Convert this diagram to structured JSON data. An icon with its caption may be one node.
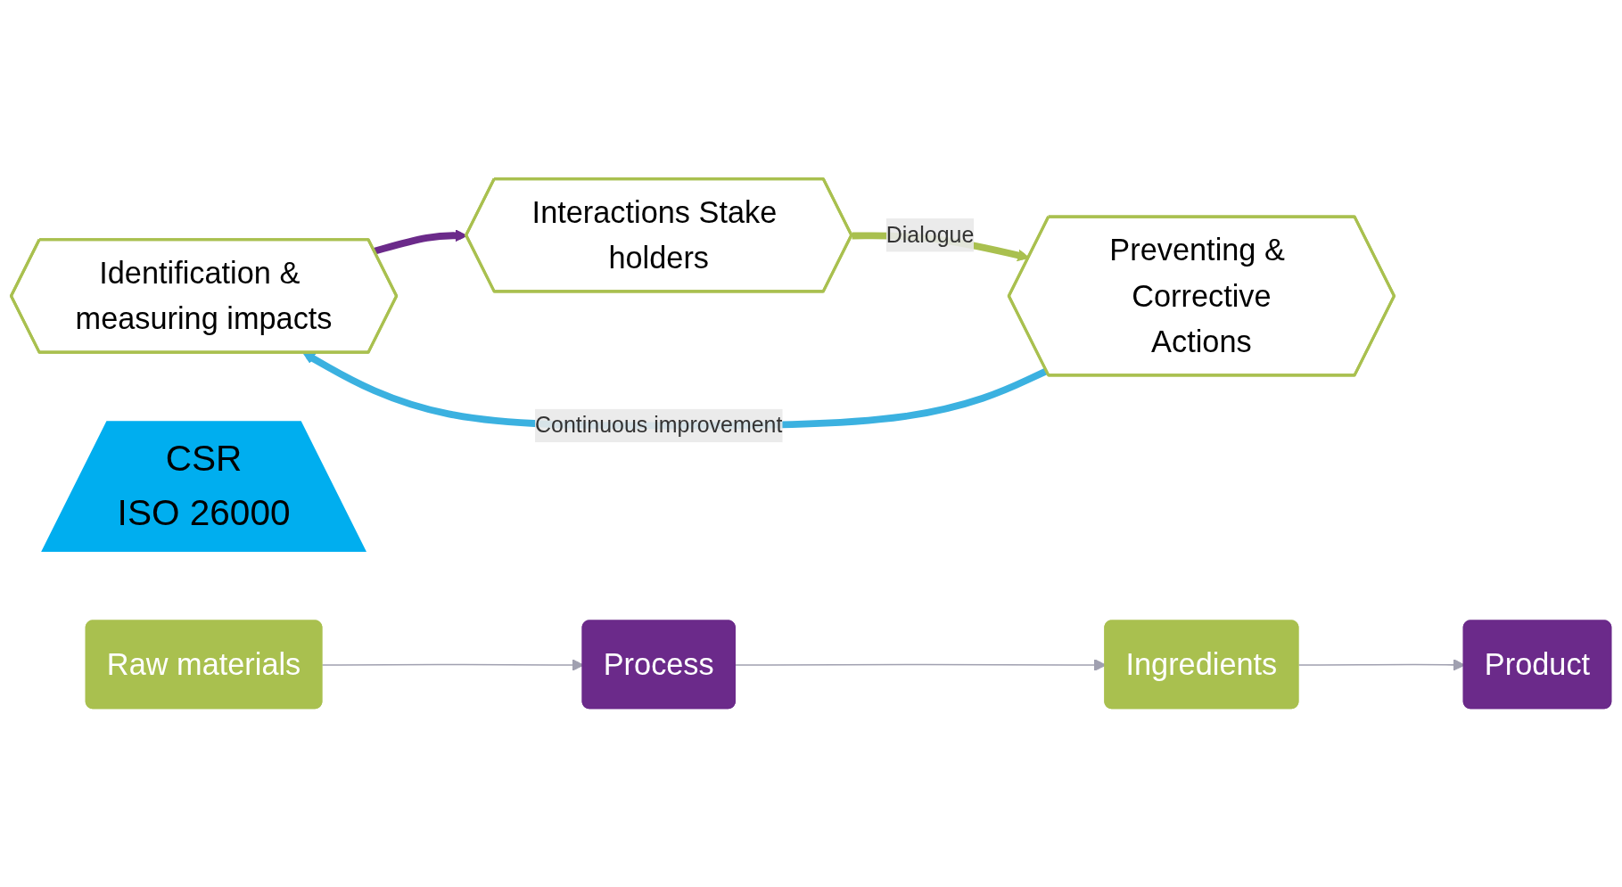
{
  "diagram": {
    "nodes": [
      {
        "text": [
          "Identification & measuring impacts"
        ]
      },
      {
        "text": [
          "CSR",
          "ISO 26000"
        ]
      },
      {
        "text": [
          "Interactions Stake holders"
        ]
      },
      {
        "text": [
          "Preventing & Corrective",
          "Actions"
        ]
      },
      {
        "text": [
          "Raw materials"
        ]
      },
      {
        "text": [
          "Process"
        ]
      },
      {
        "text": [
          "Ingredients"
        ]
      },
      {
        "text": [
          "Product"
        ]
      }
    ],
    "edges": [
      {
        "from": 0,
        "to": 2,
        "arrow": "to",
        "style": "thick",
        "color": "#6b2a8a"
      },
      {
        "from": 2,
        "to": 3,
        "arrow": "to",
        "label": "Dialogue",
        "style": "thick",
        "color": "#a9c04f"
      },
      {
        "from": 3,
        "to": 0,
        "arrow": "to",
        "label": "Continuous improvement",
        "style": "thick",
        "color": "#3bb1e0"
      },
      {
        "from": 4,
        "to": 5,
        "arrow": "to"
      },
      {
        "from": 5,
        "to": 6,
        "arrow": "to"
      },
      {
        "from": 6,
        "to": 7,
        "arrow": "to"
      }
    ]
  }
}
